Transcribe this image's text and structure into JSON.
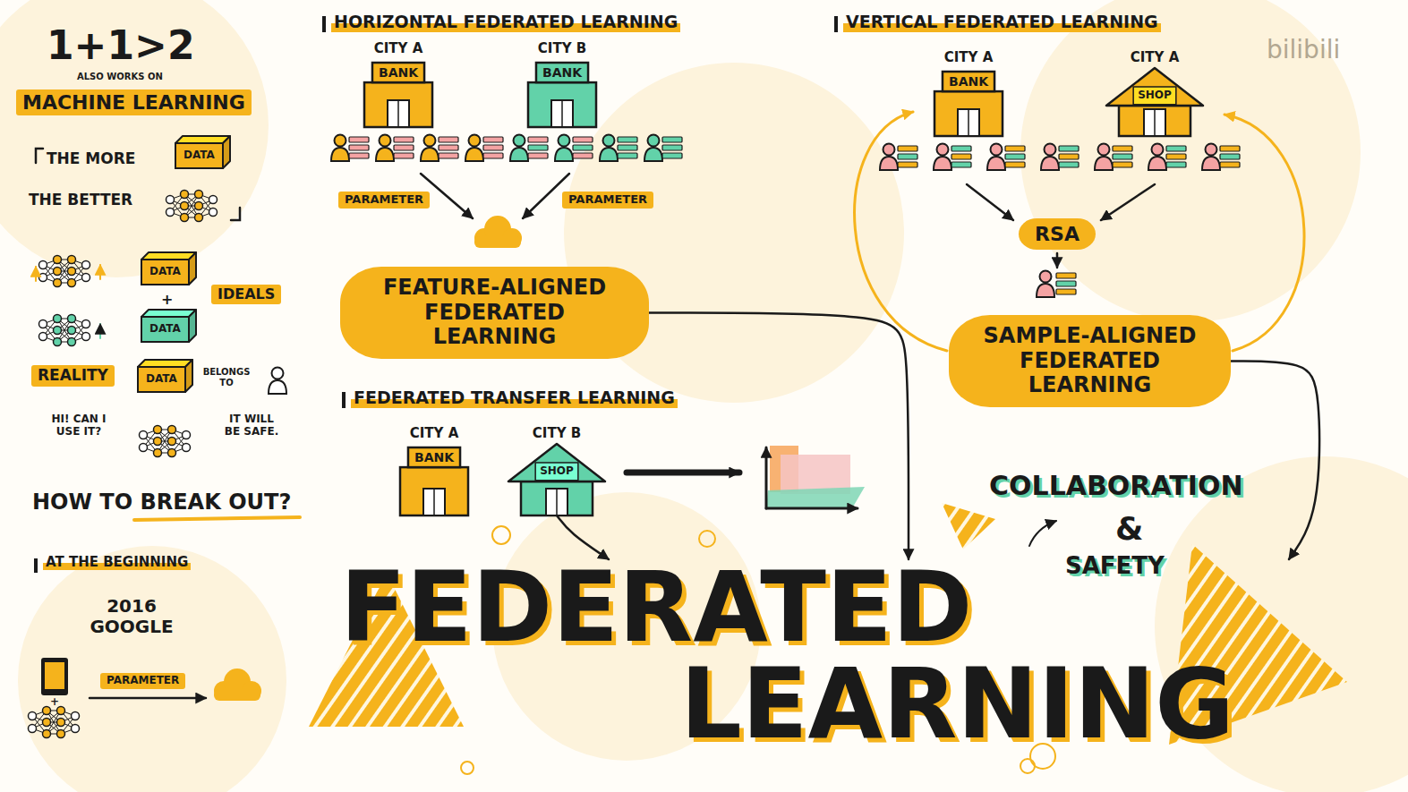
{
  "diagram": {
    "nodes": [
      {
        "text": [
          "MACHINE LEARNING"
        ]
      },
      {
        "text": [
          "DATA"
        ]
      },
      {
        "text": [
          "DATA"
        ]
      },
      {
        "text": [
          "DATA"
        ]
      },
      {
        "text": [
          "IDEALS"
        ]
      },
      {
        "text": [
          "REALITY"
        ]
      },
      {
        "text": [
          "DATA"
        ]
      },
      {
        "text": [
          "PARAMETER"
        ]
      },
      {
        "text": [
          "CITY A",
          "BANK"
        ]
      },
      {
        "text": [
          "CITY B",
          "BANK"
        ]
      },
      {
        "text": [
          "PARAMETER"
        ]
      },
      {
        "text": [
          "PARAMETER"
        ]
      },
      {
        "text": [
          "FEATURE-ALIGNED FEDERATED LEARNING"
        ]
      },
      {
        "text": [
          "CITY A",
          "BANK"
        ]
      },
      {
        "text": [
          "CITY A",
          "SHOP"
        ]
      },
      {
        "text": [
          "RSA"
        ]
      },
      {
        "text": [
          "SAMPLE-ALIGNED FEDERATED LEARNING"
        ]
      },
      {
        "text": [
          "CITY A",
          "BANK"
        ]
      },
      {
        "text": [
          "CITY B",
          "SHOP"
        ]
      },
      {
        "text": [
          "FEDERATED LEARNING"
        ]
      }
    ],
    "edges": [
      {
        "from": 12,
        "to": 19,
        "arrow": "to"
      },
      {
        "from": 16,
        "to": 19,
        "arrow": "to"
      },
      {
        "from": 18,
        "to": 19,
        "arrow": "to"
      }
    ],
    "labels": [
      "1+1>2",
      "ALSO WORKS ON",
      "THE MORE",
      "THE BETTER",
      "+",
      "BELONGS TO",
      "HI! CAN I USE IT?",
      "IT WILL BE SAFE.",
      "HOW TO BREAK OUT?",
      "AT THE BEGINNING",
      "2016 GOOGLE",
      "+",
      "HORIZONTAL FEDERATED LEARNING",
      "VERTICAL FEDERATED LEARNING",
      "FEDERATED TRANSFER LEARNING",
      "COLLABORATION",
      "&",
      "SAFETY",
      "bilibili"
    ]
  }
}
